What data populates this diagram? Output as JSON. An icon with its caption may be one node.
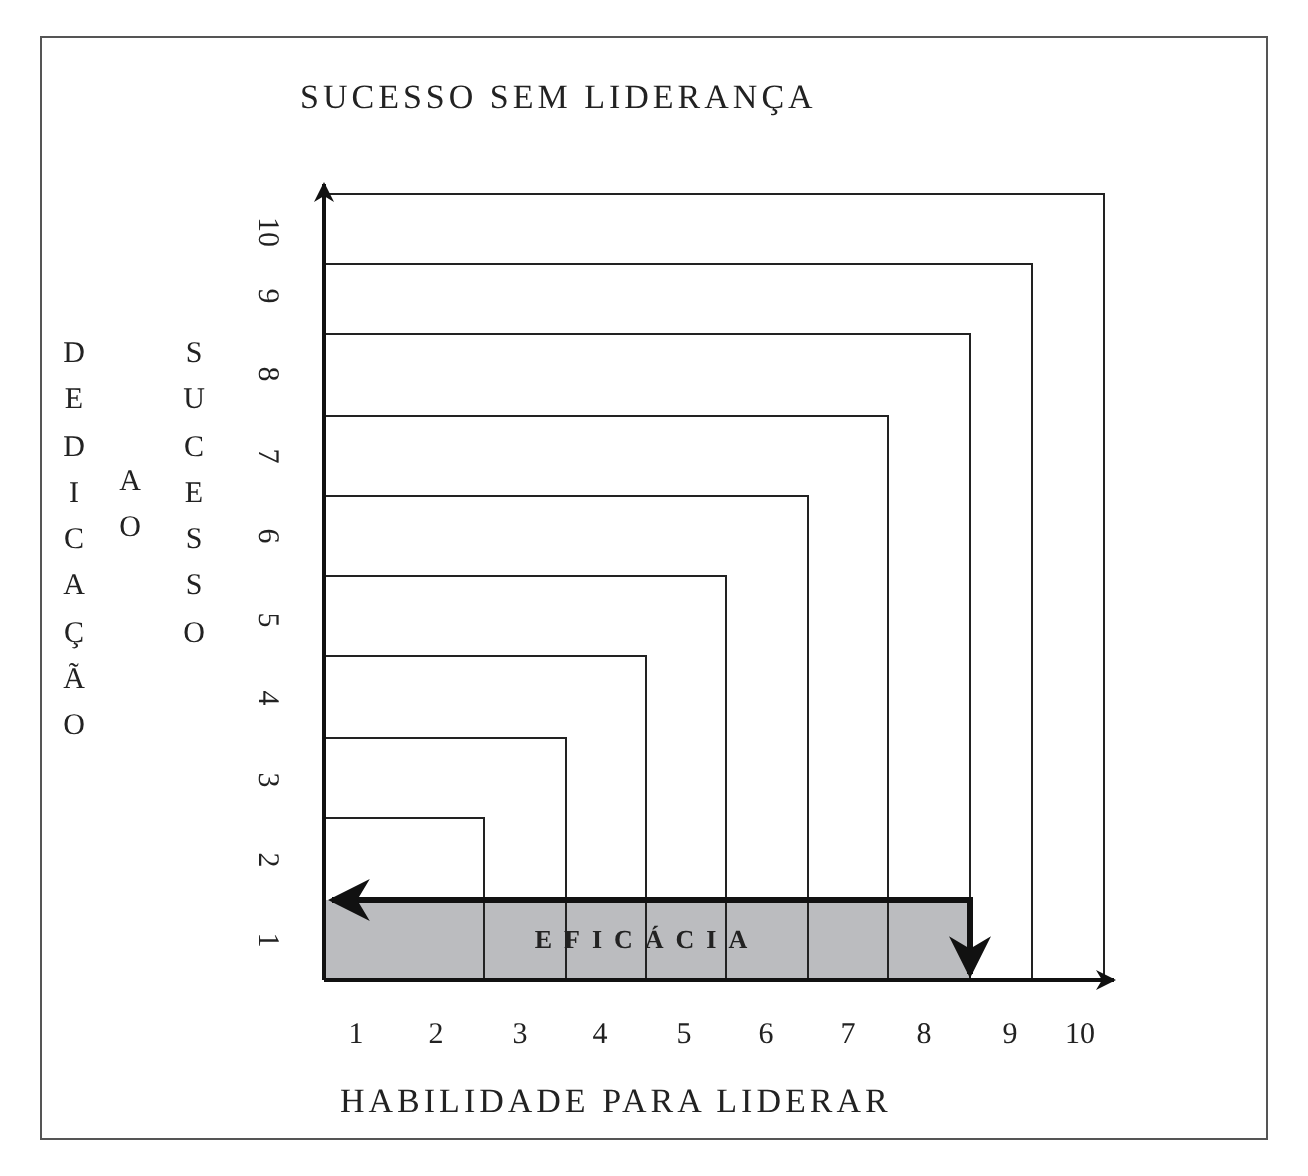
{
  "diagram": {
    "nodes": [
      {
        "text": [
          "EFICÁCIA"
        ]
      }
    ],
    "edges": [],
    "labels": [
      "SUCESSO SEM LIDERANÇA",
      "DEDICAÇÃO",
      "AO",
      "SUCESSO",
      "10",
      "9",
      "8",
      "7",
      "6",
      "5",
      "4",
      "3",
      "2",
      "1",
      "1",
      "2",
      "3",
      "4",
      "5",
      "6",
      "7",
      "8",
      "9",
      "10",
      "HABILIDADE PARA LIDERAR"
    ]
  }
}
